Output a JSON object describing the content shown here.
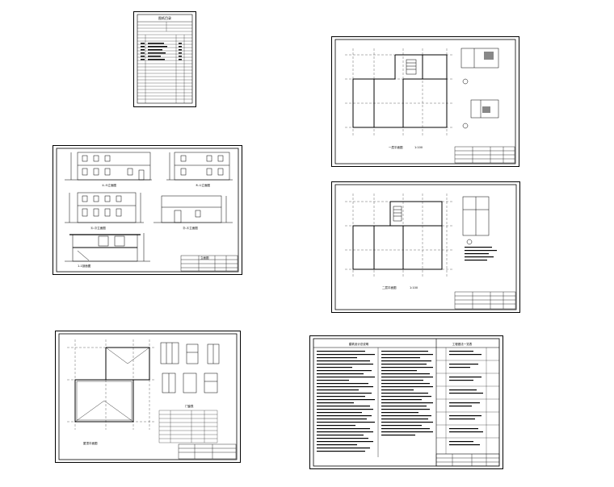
{
  "drawing_set": {
    "sheets": [
      {
        "id": "index",
        "title": "图纸目录"
      },
      {
        "id": "elevations",
        "title": "立面图",
        "labels": [
          "①-⑤立面图",
          "⑤-①立面图",
          "Ⓐ-Ⓓ立面图",
          "Ⓓ-Ⓐ立面图",
          "1-1剖面图"
        ]
      },
      {
        "id": "plan-1",
        "title": "一层平面图",
        "scale": "1:100"
      },
      {
        "id": "plan-2",
        "title": "二层平面图",
        "scale": "1:100"
      },
      {
        "id": "roof-plan",
        "title": "屋顶平面图",
        "table_title": "门窗表"
      },
      {
        "id": "notes",
        "title": "建筑设计总说明",
        "side_title": "工程做法一览表"
      }
    ]
  }
}
